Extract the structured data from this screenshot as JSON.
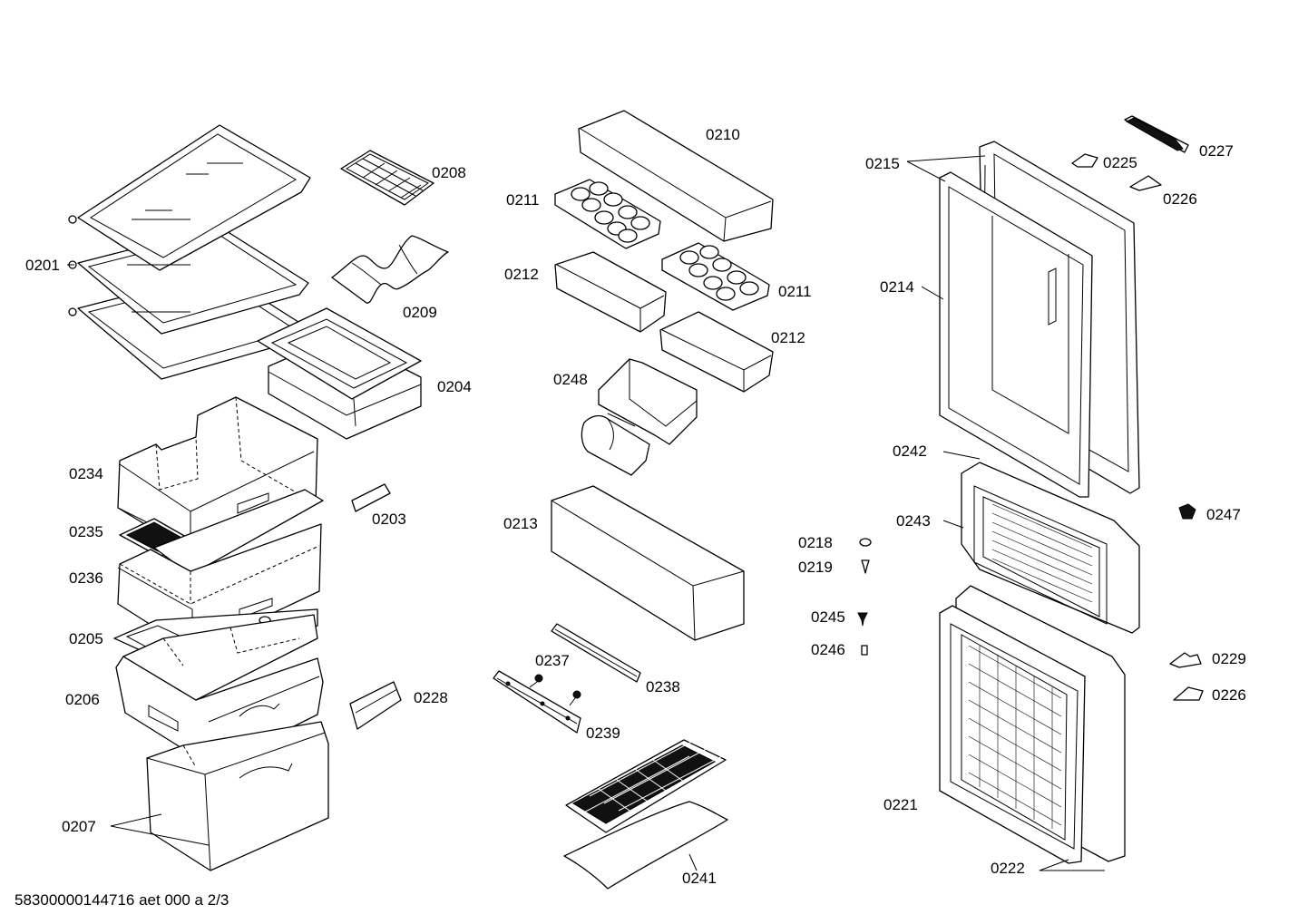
{
  "labels": {
    "p0201": "0201",
    "p0208": "0208",
    "p0209": "0209",
    "p0204": "0204",
    "p0234": "0234",
    "p0235": "0235",
    "p0236": "0236",
    "p0203": "0203",
    "p0205": "0205",
    "p0206": "0206",
    "p0228": "0228",
    "p0207": "0207",
    "p0210": "0210",
    "p0211a": "0211",
    "p0211b": "0211",
    "p0212a": "0212",
    "p0212b": "0212",
    "p0248": "0248",
    "p0213": "0213",
    "p0237": "0237",
    "p0238": "0238",
    "p0239": "0239",
    "p0241": "0241",
    "p0215": "0215",
    "p0214": "0214",
    "p0225": "0225",
    "p0227": "0227",
    "p0226a": "0226",
    "p0226b": "0226",
    "p0242": "0242",
    "p0243": "0243",
    "p0247": "0247",
    "p0218": "0218",
    "p0219": "0219",
    "p0245": "0245",
    "p0246": "0246",
    "p0229": "0229",
    "p0221": "0221",
    "p0222": "0222"
  },
  "footer": "58300000144716 aet 000 a 2/3"
}
